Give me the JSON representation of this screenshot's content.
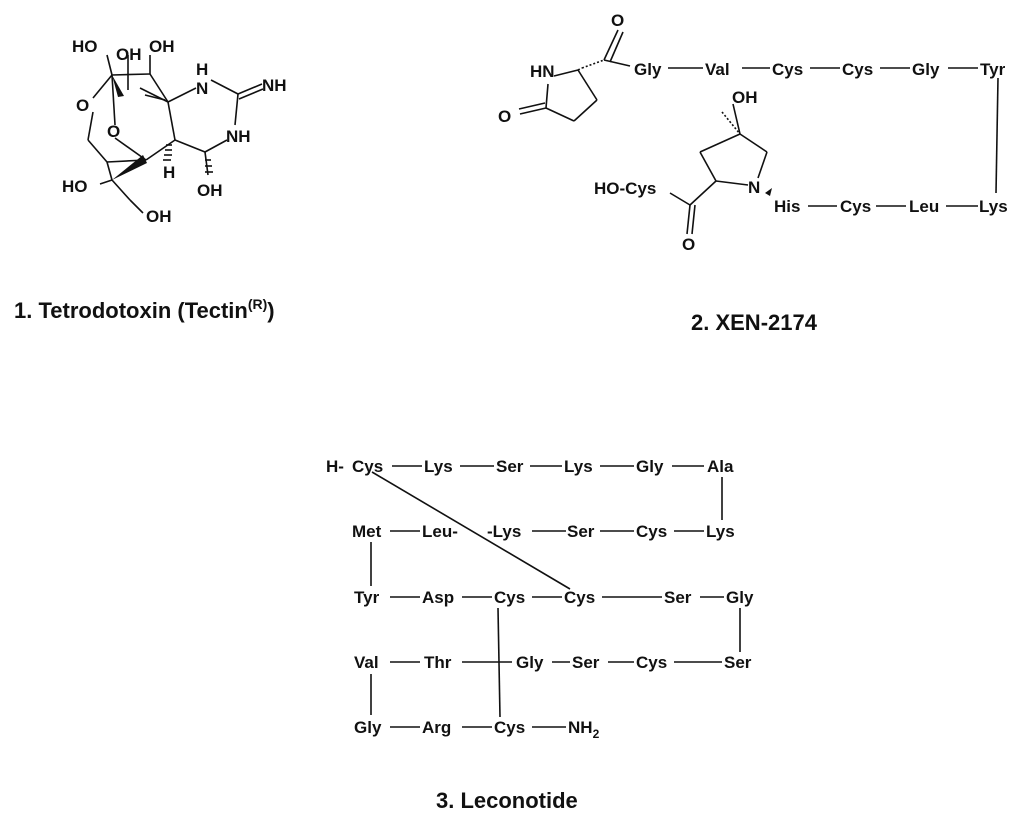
{
  "captions": {
    "ttx_prefix": "1. Tetrodotoxin (Tectin",
    "ttx_sup": "(R)",
    "ttx_suffix": ")",
    "xen": "2. XEN-2174",
    "leconotide": "3. Leconotide"
  },
  "tetrodotoxin": {
    "atoms": {
      "ho_top_left": "HO",
      "oh_top_mid": "OH",
      "oh_top_right": "OH",
      "nh_ring_top": "H",
      "n_ring_top": "N",
      "imine": "NH",
      "o_ring_left": "O",
      "o_ring_bridge": "O",
      "nh_ring_bottom": "NH",
      "h_stereo": "H",
      "ho_bottom": "HO",
      "oh_bottom_right": "OH",
      "oh_hydroxymethyl": "OH"
    }
  },
  "xen2174": {
    "o_top": "O",
    "hn": "HN",
    "o_left": "O",
    "oh": "OH",
    "n": "N",
    "o_bottom": "O",
    "ho_prefix": "HO-",
    "top_chain": [
      "Gly",
      "Val",
      "Cys",
      "Cys",
      "Gly",
      "Tyr"
    ],
    "bottom_cys": "Cys",
    "bottom_chain": [
      "His",
      "Cys",
      "Leu",
      "Lys"
    ]
  },
  "leconotide": {
    "row1": [
      "H-",
      "Cys",
      "Lys",
      "Ser",
      "Lys",
      "Gly",
      "Ala"
    ],
    "row2": [
      "Met",
      "Leu-",
      "-Lys",
      "Ser",
      "Cys",
      "Lys"
    ],
    "row3": [
      "Tyr",
      "Asp",
      "Cys",
      "Cys",
      "Ser",
      "Gly"
    ],
    "row4": [
      "Val",
      "Thr",
      "Gly",
      "Ser",
      "Cys",
      "Ser"
    ],
    "row5_gly": "Gly",
    "row5_arg": "Arg",
    "row5_cys": "Cys",
    "row5_nh": "NH",
    "row5_sub": "2"
  }
}
